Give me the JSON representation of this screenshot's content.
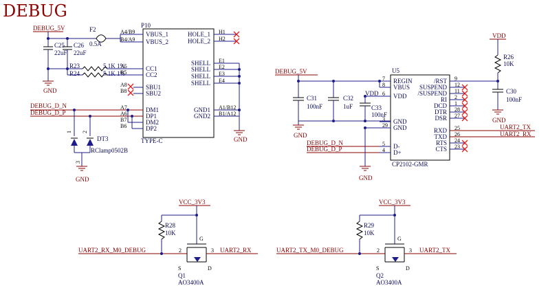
{
  "title": "DEBUG",
  "usb": {
    "ref": "P10",
    "part": "TYPE-C",
    "net_power": "DEBUG_5V",
    "fuse_ref": "F2",
    "fuse_val": "0.5A",
    "c25_ref": "C25",
    "c25_val": "22uF",
    "c26_ref": "C26",
    "c26_val": "22uF",
    "r23_ref": "R23",
    "r23_val": "5.1K 1%",
    "r24_ref": "R24",
    "r24_val": "5.1K 1%",
    "gnd1": "GND",
    "gnd2": "GND",
    "gnd3": "GND",
    "net_dn": "DEBUG_D_N",
    "net_dp": "DEBUG_D_P",
    "tvs_ref": "DT3",
    "tvs_part": "RClamp0502B",
    "tvs_pin1": "1",
    "tvs_pin2": "2",
    "tvs_pin3": "3",
    "left_pins": [
      {
        "num": "A4/B9",
        "name": "VBUS_1"
      },
      {
        "num": "B4/A9",
        "name": "VBUS_2"
      },
      {
        "num": "A5",
        "name": "CC1"
      },
      {
        "num": "B5",
        "name": "CC2"
      },
      {
        "num": "A8",
        "name": "SBU1"
      },
      {
        "num": "B8",
        "name": "SBU2"
      },
      {
        "num": "A7",
        "name": "DM1"
      },
      {
        "num": "A6",
        "name": "DP1"
      },
      {
        "num": "B7",
        "name": "DM2"
      },
      {
        "num": "B6",
        "name": "DP2"
      }
    ],
    "right_pins": [
      {
        "num": "H1",
        "name": "HOLE_1"
      },
      {
        "num": "H2",
        "name": "HOLE_2"
      },
      {
        "num": "E1",
        "name": "SHELL"
      },
      {
        "num": "E2",
        "name": "SHELL"
      },
      {
        "num": "E3",
        "name": "SHELL"
      },
      {
        "num": "E4",
        "name": "SHELL"
      },
      {
        "num": "A1/B12",
        "name": "GND1"
      },
      {
        "num": "B1/A12",
        "name": "GND2"
      }
    ]
  },
  "bridge": {
    "ref": "U5",
    "part": "CP2102-GMR",
    "net_power": "DEBUG_5V",
    "net_vdd": "VDD",
    "c31_ref": "C31",
    "c31_val": "100nF",
    "c32_ref": "C32",
    "c32_val": "1uF",
    "c33_ref": "C33",
    "c33_val": "100nF",
    "c30_ref": "C30",
    "c30_val": "100nF",
    "r26_ref": "R26",
    "r26_val": "10K",
    "vdd_top": "VDD",
    "gnd1": "GND",
    "gnd2": "GND",
    "gnd3": "GND",
    "net_dn": "DEBUG_D_N",
    "net_dp": "DEBUG_D_P",
    "net_tx": "UART2_TX",
    "net_rx": "UART2_RX",
    "left_pins": [
      {
        "num": "7",
        "name": "REGIN"
      },
      {
        "num": "8",
        "name": "VBUS"
      },
      {
        "num": "6",
        "name": "VDD"
      },
      {
        "num": "3",
        "name": "GND"
      },
      {
        "num": "29",
        "name": "GND"
      },
      {
        "num": "5",
        "name": "D-"
      },
      {
        "num": "4",
        "name": "D+"
      }
    ],
    "right_pins": [
      {
        "num": "9",
        "name": "/RST"
      },
      {
        "num": "12",
        "name": "SUSPEND"
      },
      {
        "num": "11",
        "name": "/SUSPEND"
      },
      {
        "num": "2",
        "name": "RI"
      },
      {
        "num": "1",
        "name": "DCD"
      },
      {
        "num": "28",
        "name": "DTR"
      },
      {
        "num": "27",
        "name": "DSR"
      },
      {
        "num": "25",
        "name": "RXD"
      },
      {
        "num": "26",
        "name": "TXD"
      },
      {
        "num": "24",
        "name": "RTS"
      },
      {
        "num": "23",
        "name": "CTS"
      }
    ]
  },
  "shifter1": {
    "vcc": "VCC_3V3",
    "r_ref": "R28",
    "r_val": "10K",
    "net_in": "UART2_RX_M0_DEBUG",
    "net_out": "UART2_RX",
    "q_ref": "Q1",
    "q_part": "AO3400A",
    "pin_s": "S",
    "pin_g": "G",
    "pin_d": "D",
    "pin2": "2",
    "pin3": "3"
  },
  "shifter2": {
    "vcc": "VCC_3V3",
    "r_ref": "R29",
    "r_val": "10K",
    "net_in": "UART2_TX_M0_DEBUG",
    "net_out": "UART2_TX",
    "q_ref": "Q2",
    "q_part": "AO3400A",
    "pin_s": "S",
    "pin_g": "G",
    "pin_d": "D",
    "pin2": "2",
    "pin3": "3"
  }
}
